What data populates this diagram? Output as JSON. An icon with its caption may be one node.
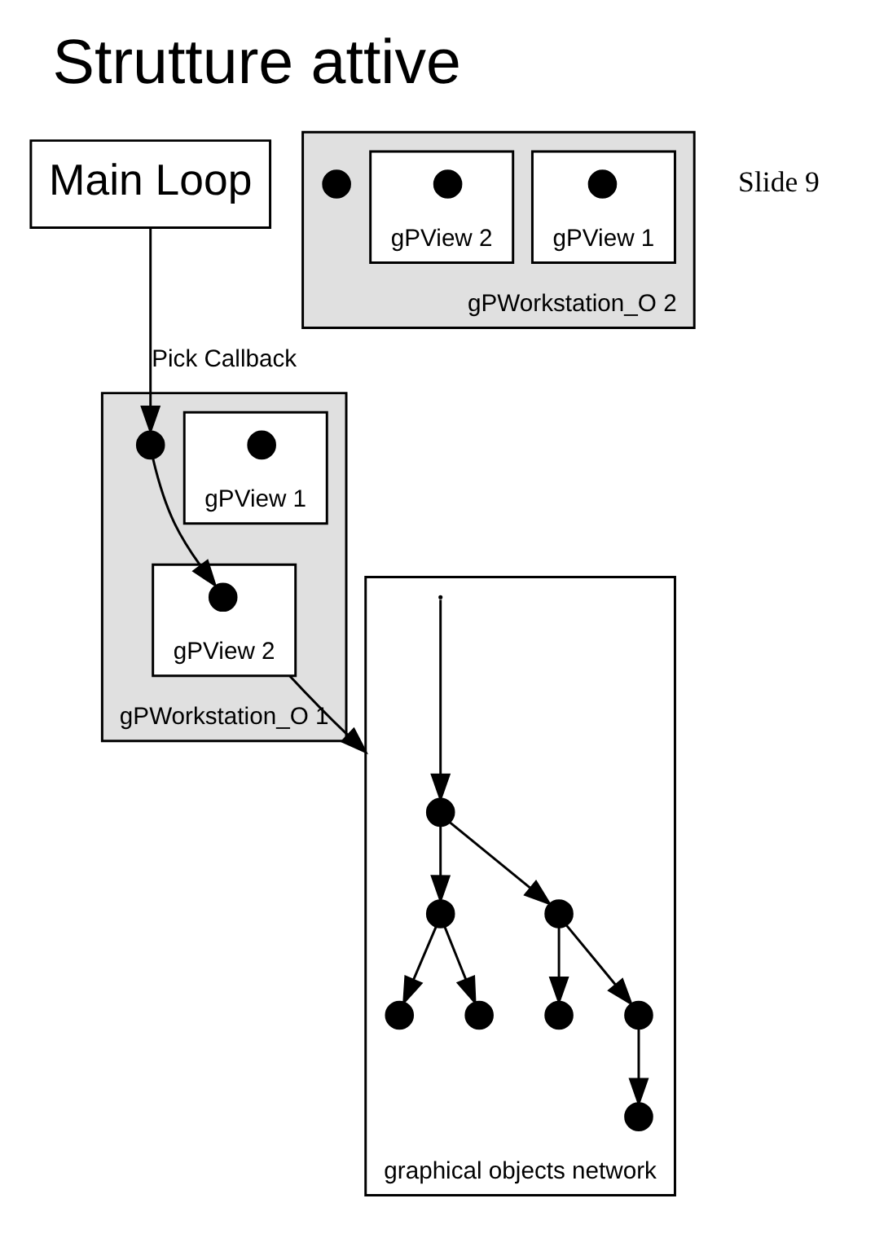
{
  "diagram": {
    "title": "Strutture attive",
    "nodes": [
      {
        "text": [
          "Main Loop"
        ]
      },
      {
        "text": [
          "gPWorkstation_O 1"
        ]
      },
      {
        "text": [],
        "shape": "circle",
        "in": 1
      },
      {
        "text": [
          "gPView 1"
        ],
        "in": 1
      },
      {
        "text": [],
        "shape": "circle",
        "in": 3
      },
      {
        "text": [
          "gPView 2"
        ],
        "in": 1
      },
      {
        "text": [],
        "shape": "circle",
        "in": 5
      },
      {
        "text": [
          "gPWorkstation_O 2"
        ]
      },
      {
        "text": [],
        "shape": "circle",
        "in": 7
      },
      {
        "text": [
          "gPView 1"
        ],
        "in": 7
      },
      {
        "text": [],
        "shape": "circle",
        "in": 9
      },
      {
        "text": [
          "gPView 2"
        ],
        "in": 7
      },
      {
        "text": [],
        "shape": "circle",
        "in": 11
      },
      {
        "text": [
          "graphical objects network"
        ]
      },
      {
        "text": [],
        "shape": "circle",
        "in": 13
      },
      {
        "text": [],
        "shape": "circle",
        "in": 13
      },
      {
        "text": [],
        "shape": "circle",
        "in": 13
      },
      {
        "text": [],
        "shape": "circle",
        "in": 13
      },
      {
        "text": [],
        "shape": "circle",
        "in": 13
      },
      {
        "text": [],
        "shape": "circle",
        "in": 13
      },
      {
        "text": [],
        "shape": "circle",
        "in": 13
      },
      {
        "text": [],
        "shape": "circle",
        "in": 13
      }
    ],
    "edges": [
      {
        "from": 0,
        "to": 2,
        "arrow": "to",
        "label": "Pick Callback"
      },
      {
        "from": 2,
        "to": 6,
        "arrow": "to"
      },
      {
        "from": 5,
        "to": 13,
        "arrow": "to"
      },
      {
        "from": null,
        "to": 14,
        "arrow": "to"
      },
      {
        "from": 14,
        "to": 15,
        "arrow": "to"
      },
      {
        "from": 14,
        "to": 16,
        "arrow": "to"
      },
      {
        "from": 15,
        "to": 17,
        "arrow": "to"
      },
      {
        "from": 15,
        "to": 18,
        "arrow": "to"
      },
      {
        "from": 16,
        "to": 19,
        "arrow": "to"
      },
      {
        "from": 16,
        "to": 20,
        "arrow": "to"
      },
      {
        "from": 20,
        "to": 21,
        "arrow": "to"
      }
    ],
    "labels": [
      "Slide 9"
    ]
  }
}
